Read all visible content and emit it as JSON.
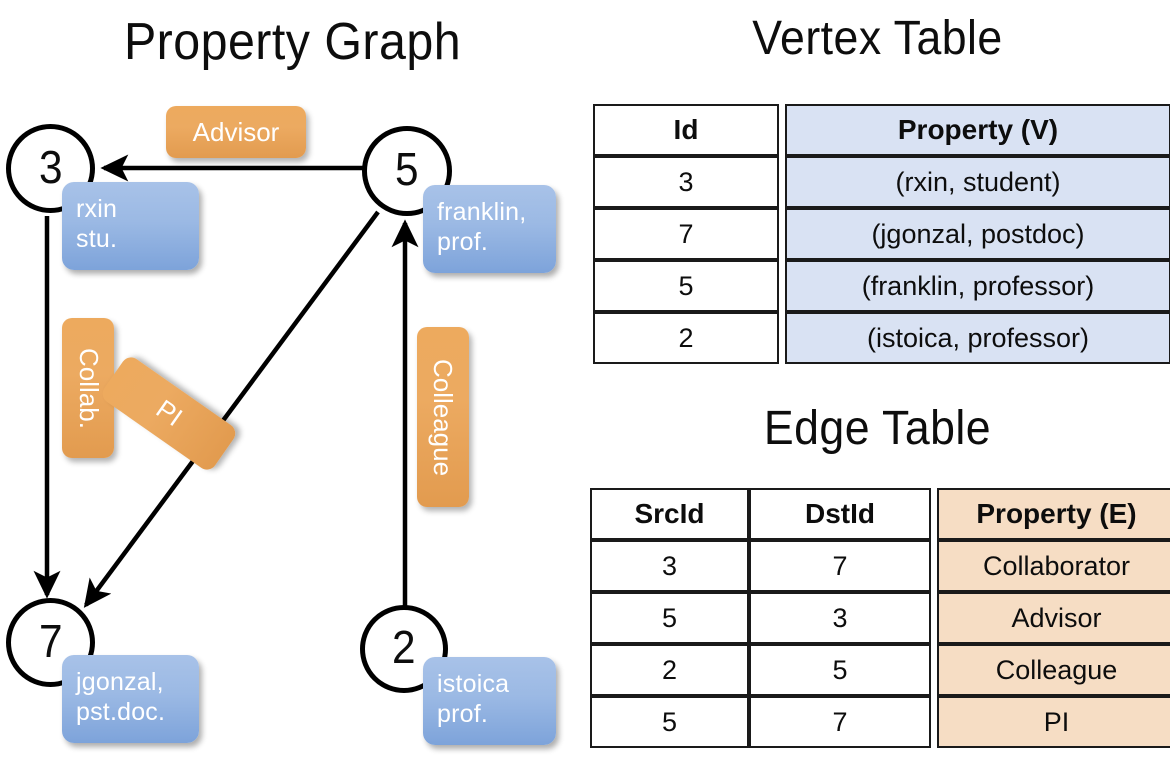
{
  "panels": {
    "property_graph_title": "Property Graph",
    "vertex_table_title": "Vertex Table",
    "edge_table_title": "Edge Table"
  },
  "colors": {
    "vertex_property_fill": "#d9e2f3",
    "edge_property_fill": "#f6ddc4",
    "node_property_box": "#9bb9e4",
    "edge_label_box": "#eca95e",
    "stroke": "#000000",
    "text": "#0d0d0d"
  },
  "graph": {
    "nodes": [
      {
        "id": "3",
        "property_lines": [
          "rxin",
          "stu."
        ]
      },
      {
        "id": "5",
        "property_lines": [
          "franklin,",
          "prof."
        ]
      },
      {
        "id": "7",
        "property_lines": [
          "jgonzal,",
          "pst.doc."
        ]
      },
      {
        "id": "2",
        "property_lines": [
          "istoica",
          "prof."
        ]
      }
    ],
    "edge_labels": [
      {
        "name": "advisor-label",
        "text": "Advisor"
      },
      {
        "name": "collab-label",
        "text": "Collab."
      },
      {
        "name": "pi-label",
        "text": "PI"
      },
      {
        "name": "colleague-label",
        "text": "Colleague"
      }
    ],
    "edges": [
      {
        "src": "5",
        "dst": "3",
        "label": "Advisor"
      },
      {
        "src": "3",
        "dst": "7",
        "label": "Collab."
      },
      {
        "src": "5",
        "dst": "7",
        "label": "PI"
      },
      {
        "src": "2",
        "dst": "5",
        "label": "Colleague"
      }
    ]
  },
  "vertex_table": {
    "headers": [
      "Id",
      "Property (V)"
    ],
    "rows": [
      {
        "id": "3",
        "property": "(rxin, student)"
      },
      {
        "id": "7",
        "property": "(jgonzal, postdoc)"
      },
      {
        "id": "5",
        "property": "(franklin, professor)"
      },
      {
        "id": "2",
        "property": "(istoica, professor)"
      }
    ]
  },
  "edge_table": {
    "headers": [
      "SrcId",
      "DstId",
      "Property (E)"
    ],
    "rows": [
      {
        "src": "3",
        "dst": "7",
        "property": "Collaborator"
      },
      {
        "src": "5",
        "dst": "3",
        "property": "Advisor"
      },
      {
        "src": "2",
        "dst": "5",
        "property": "Colleague"
      },
      {
        "src": "5",
        "dst": "7",
        "property": "PI"
      }
    ]
  }
}
